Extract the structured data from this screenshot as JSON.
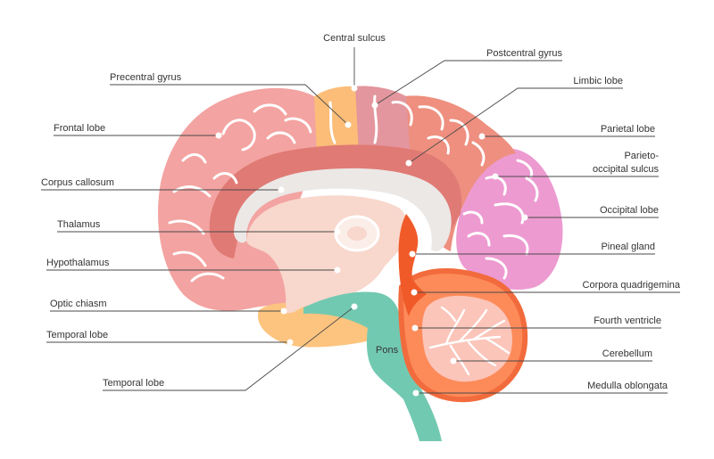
{
  "diagram": {
    "inline_label": "Pons",
    "labels": {
      "central_sulcus": "Central sulcus",
      "postcentral_gyrus": "Postcentral gyrus",
      "precentral_gyrus": "Precentral gyrus",
      "limbic_lobe": "Limbic lobe",
      "frontal_lobe": "Frontal lobe",
      "parietal_lobe": "Parietal lobe",
      "parieto_occipital_1": "Parieto-",
      "parieto_occipital_2": "occipital sulcus",
      "corpus_callosum": "Corpus callosum",
      "occipital_lobe": "Occipital lobe",
      "thalamus": "Thalamus",
      "pineal_gland": "Pineal gland",
      "hypothalamus": "Hypothalamus",
      "corpora_quadrigemina": "Corpora quadrigemina",
      "optic_chiasm": "Optic chiasm",
      "fourth_ventricle": "Fourth ventricle",
      "temporal_lobe_1": "Temporal lobe",
      "cerebellum": "Cerebellum",
      "temporal_lobe_2": "Temporal lobe",
      "medulla_oblongata": "Medulla oblongata"
    },
    "colors": {
      "frontal_lobe": "#f3a3a1",
      "precentral_gyrus": "#fbbd78",
      "postcentral_gyrus": "#e3969d",
      "parietal_lobe": "#ee8f7f",
      "occipital_lobe": "#ed9ad1",
      "limbic_lobe": "#e07a75",
      "corpus_callosum": "#ebe8e6",
      "diencephalon": "#f8d7cc",
      "temporal_lobe": "#fcc47f",
      "brainstem": "#72c9b1",
      "cerebellum": "#fd8b5a",
      "cerebellum_outline": "#f26b3c",
      "fourth_ventricle": "#f05a28"
    }
  }
}
